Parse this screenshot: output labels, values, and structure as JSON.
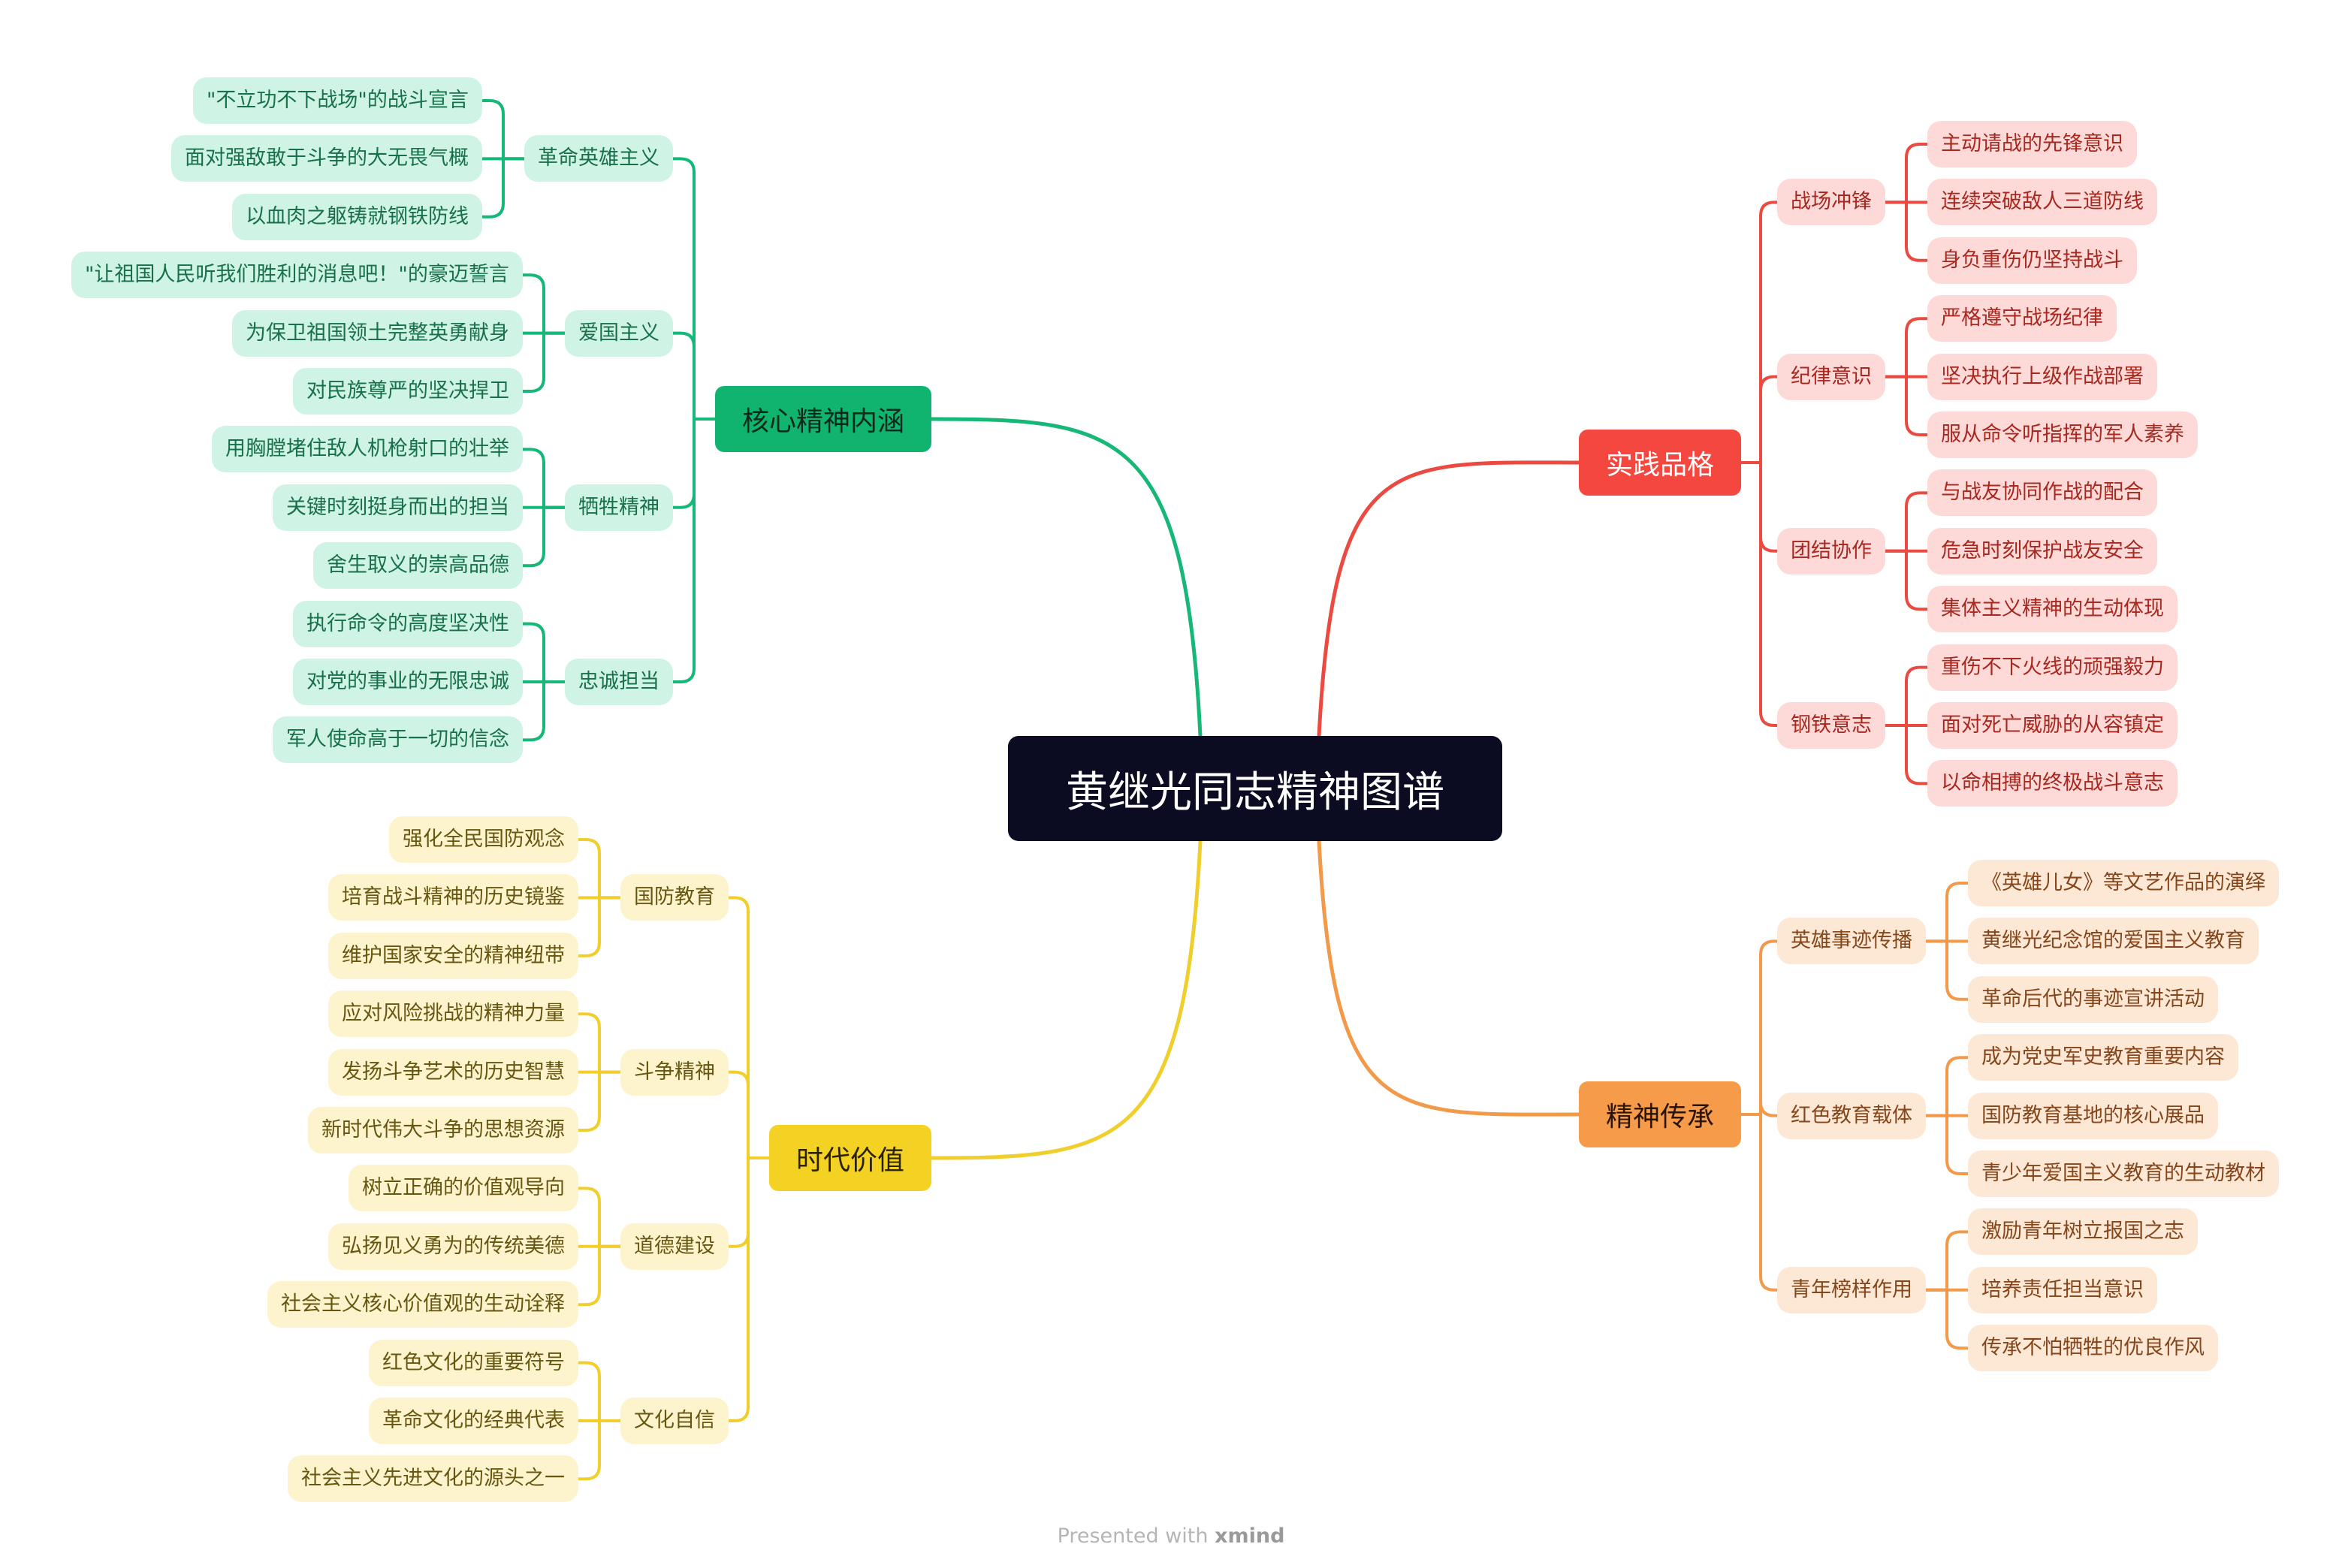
{
  "title": "黄继光同志精神图谱",
  "footer": {
    "prefix": "Presented with",
    "brand": "xmind"
  },
  "branches": [
    {
      "id": "green",
      "label": "核心精神内涵",
      "colors": {
        "main": "#10b46f",
        "mainText": "#0b2a1c",
        "line": "#15b877",
        "bg": "#cff3e4",
        "text": "#17704a"
      },
      "topics": [
        {
          "label": "革命英雄主义",
          "items": [
            "\"不立功不下战场\"的战斗宣言",
            "面对强敌敢于斗争的大无畏气概",
            "以血肉之躯铸就钢铁防线"
          ]
        },
        {
          "label": "爱国主义",
          "items": [
            "\"让祖国人民听我们胜利的消息吧！\"的豪迈誓言",
            "为保卫祖国领土完整英勇献身",
            "对民族尊严的坚决捍卫"
          ]
        },
        {
          "label": "牺牲精神",
          "items": [
            "用胸膛堵住敌人机枪射口的壮举",
            "关键时刻挺身而出的担当",
            "舍生取义的崇高品德"
          ]
        },
        {
          "label": "忠诚担当",
          "items": [
            "执行命令的高度坚决性",
            "对党的事业的无限忠诚",
            "军人使命高于一切的信念"
          ]
        }
      ]
    },
    {
      "id": "red",
      "label": "实践品格",
      "colors": {
        "main": "#f4473f",
        "mainText": "#ffffff",
        "line": "#ea4a40",
        "bg": "#fddad8",
        "text": "#a8281f"
      },
      "topics": [
        {
          "label": "战场冲锋",
          "items": [
            "主动请战的先锋意识",
            "连续突破敌人三道防线",
            "身负重伤仍坚持战斗"
          ]
        },
        {
          "label": "纪律意识",
          "items": [
            "严格遵守战场纪律",
            "坚决执行上级作战部署",
            "服从命令听指挥的军人素养"
          ]
        },
        {
          "label": "团结协作",
          "items": [
            "与战友协同作战的配合",
            "危急时刻保护战友安全",
            "集体主义精神的生动体现"
          ]
        },
        {
          "label": "钢铁意志",
          "items": [
            "重伤不下火线的顽强毅力",
            "面对死亡威胁的从容镇定",
            "以命相搏的终极战斗意志"
          ]
        }
      ]
    },
    {
      "id": "yellow",
      "label": "时代价值",
      "colors": {
        "main": "#f4d224",
        "mainText": "#2a2200",
        "line": "#f0cf2c",
        "bg": "#fdf4cd",
        "text": "#665610"
      },
      "topics": [
        {
          "label": "国防教育",
          "items": [
            "强化全民国防观念",
            "培育战斗精神的历史镜鉴",
            "维护国家安全的精神纽带"
          ]
        },
        {
          "label": "斗争精神",
          "items": [
            "应对风险挑战的精神力量",
            "发扬斗争艺术的历史智慧",
            "新时代伟大斗争的思想资源"
          ]
        },
        {
          "label": "道德建设",
          "items": [
            "树立正确的价值观导向",
            "弘扬见义勇为的传统美德",
            "社会主义核心价值观的生动诠释"
          ]
        },
        {
          "label": "文化自信",
          "items": [
            "红色文化的重要符号",
            "革命文化的经典代表",
            "社会主义先进文化的源头之一"
          ]
        }
      ]
    },
    {
      "id": "orange",
      "label": "精神传承",
      "colors": {
        "main": "#f69b49",
        "mainText": "#2a1400",
        "line": "#f29a4a",
        "bg": "#fde8d6",
        "text": "#84461a"
      },
      "topics": [
        {
          "label": "英雄事迹传播",
          "items": [
            "《英雄儿女》等文艺作品的演绎",
            "黄继光纪念馆的爱国主义教育",
            "革命后代的事迹宣讲活动"
          ]
        },
        {
          "label": "红色教育载体",
          "items": [
            "成为党史军史教育重要内容",
            "国防教育基地的核心展品",
            "青少年爱国主义教育的生动教材"
          ]
        },
        {
          "label": "青年榜样作用",
          "items": [
            "激励青年树立报国之志",
            "培养责任担当意识",
            "传承不怕牺牲的优良作风"
          ]
        }
      ]
    }
  ]
}
